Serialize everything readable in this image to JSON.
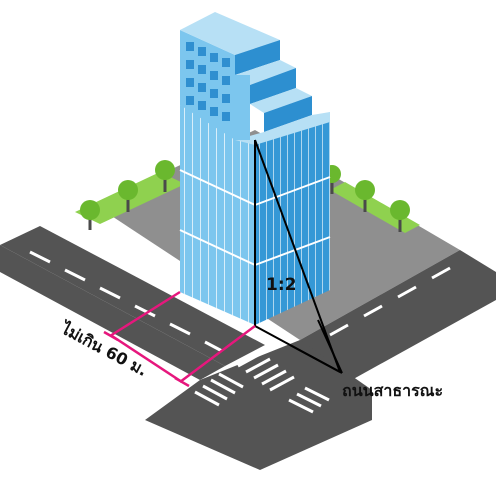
{
  "labels": {
    "ratio": "1:2",
    "distance": "ไม่เกิน 60 ม.",
    "road": "ถนนสาธารณะ"
  },
  "colors": {
    "road": "#535353",
    "sidewalk": "#8f8f8f",
    "grass": "#8fd14f",
    "tree": "#6ab82e",
    "trunk": "#4a4a4a",
    "building_light": "#6fbde9",
    "building_dark": "#2d8fd0",
    "window_line": "#ffffff",
    "magenta": "#e6177d",
    "line": "#000000"
  }
}
